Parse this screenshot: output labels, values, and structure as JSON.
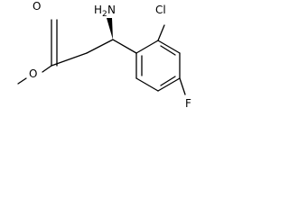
{
  "molecule": {
    "atoms": {
      "carbonyl_oxygen": "O",
      "ester_oxygen": "O",
      "amine_h": "H",
      "amine_h_count": "2",
      "amine_n": "N",
      "chlorine": "Cl",
      "fluorine": "F"
    }
  }
}
